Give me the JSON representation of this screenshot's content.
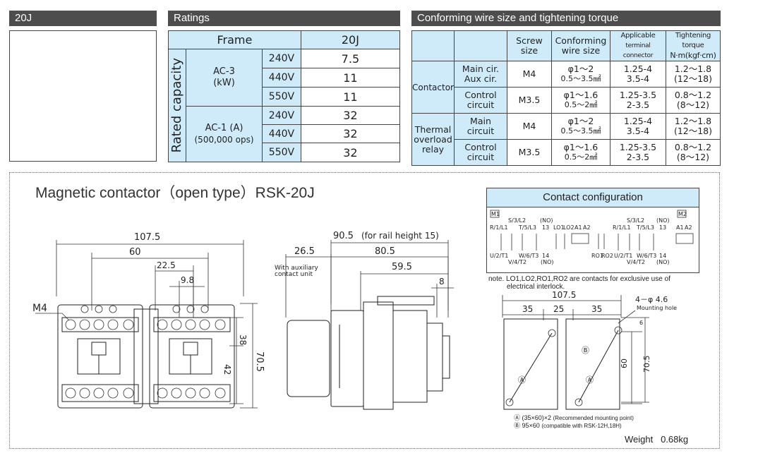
{
  "headers": {
    "model": "20J",
    "ratings": "Ratings",
    "wire": "Conforming wire size and tightening torque"
  },
  "ratings": {
    "frame_label": "Frame",
    "frame_value": "20J",
    "rated_capacity": "Rated capacity",
    "ac3_label": "AC-3",
    "ac3_unit": "(kW)",
    "ac1_label": "AC-1 (A)",
    "ac1_ops": "(500,000 ops)",
    "ac3_rows": [
      {
        "voltage": "240V",
        "value": "7.5"
      },
      {
        "voltage": "440V",
        "value": "11"
      },
      {
        "voltage": "550V",
        "value": "11"
      }
    ],
    "ac1_rows": [
      {
        "voltage": "240V",
        "value": "32"
      },
      {
        "voltage": "440V",
        "value": "32"
      },
      {
        "voltage": "550V",
        "value": "32"
      }
    ]
  },
  "wire": {
    "col_screw": [
      "Screw",
      "size"
    ],
    "col_wire": [
      "Conforming",
      "wire size"
    ],
    "col_conn": [
      "Applicable",
      "terminal connector"
    ],
    "col_torque": [
      "Tightening torque",
      "N·m(kgf·cm)"
    ],
    "contactor": "Contactor",
    "thermal": [
      "Thermal",
      "overload",
      "relay"
    ],
    "rows": [
      {
        "circuit": [
          "Main cir.",
          "Aux cir."
        ],
        "screw": "M4",
        "wire": [
          "φ1～2",
          "0.5～3.5㎟"
        ],
        "conn": [
          "1.25-4",
          "3.5-4"
        ],
        "torque": [
          "1.2～1.8",
          "(12～18)"
        ]
      },
      {
        "circuit": [
          "Control",
          "circuit"
        ],
        "screw": "M3.5",
        "wire": [
          "φ1～1.6",
          "0.5～2㎟"
        ],
        "conn": [
          "1.25-3.5",
          "2-3.5"
        ],
        "torque": [
          "0.8～1.2",
          "(8～12)"
        ]
      },
      {
        "circuit": [
          "Main",
          "circuit"
        ],
        "screw": "M4",
        "wire": [
          "φ1～2",
          "0.5～3.5㎟"
        ],
        "conn": [
          "1.25-4",
          "3.5-4"
        ],
        "torque": [
          "1.2～1.8",
          "(12～18)"
        ]
      },
      {
        "circuit": [
          "Control",
          "circuit"
        ],
        "screw": "M3.5",
        "wire": [
          "φ1～1.6",
          "0.5～2㎟"
        ],
        "conn": [
          "1.25-3.5",
          "2-3.5"
        ],
        "torque": [
          "0.8～1.2",
          "(8～12)"
        ]
      }
    ]
  },
  "drawing": {
    "title": "Magnetic contactor（open type）RSK-20J",
    "front": {
      "d_107_5": "107.5",
      "d_60": "60",
      "d_22_5": "22.5",
      "d_9_8": "9.8",
      "d_38": "38",
      "d_42": "42",
      "d_70_5": "70.5",
      "m4": "M4"
    },
    "side": {
      "d_90_5": "90.5",
      "rail_note": "(for rail height 15)",
      "d_26_5": "26.5",
      "d_80_5": "80.5",
      "d_59_5": "59.5",
      "d_8": "8",
      "aux_note": [
        "With auxiliary",
        "contact unit"
      ]
    },
    "contact_config": {
      "title": "Contact configuration",
      "m1": "M1",
      "m2": "M2",
      "top_left": [
        "S/3/L2",
        "(NO)",
        "R/1/L1",
        "T/5/L3",
        "13",
        "LO1",
        "LO2",
        "A1",
        "A2"
      ],
      "bottom_left": [
        "U/2/T1",
        "W/6/T3",
        "14",
        "V/4/T2",
        "(NO)"
      ],
      "top_right": [
        "S/3/L2",
        "(NO)",
        "R/1/L1",
        "T/5/L3",
        "13",
        "A1",
        "A2"
      ],
      "bottom_right": [
        "RO1",
        "RO2",
        "U/2/T1",
        "W/6/T3",
        "14",
        "V/4/T2",
        "(NO)"
      ]
    },
    "note": [
      "note. LO1,LO2,RO1,RO2 are contacts for exclusive use of",
      "electrical interlock."
    ],
    "mount": {
      "d_107_5": "107.5",
      "d_35a": "35",
      "d_25": "25",
      "d_35b": "35",
      "hole": "4－φ 4.6",
      "hole_note": "Mounting hole",
      "d_6": "6",
      "d_60": "60",
      "d_70_5": "70.5",
      "mark_a": "Ⓐ",
      "mark_b": "Ⓑ"
    },
    "legend": [
      {
        "mark": "Ⓐ",
        "value": "(35×60)×2",
        "note": "(Recommended mounting point)"
      },
      {
        "mark": "Ⓑ",
        "value": "95×60",
        "note": "(compatible with RSK-12H,18H)"
      }
    ],
    "weight_label": "Weight",
    "weight_value": "0.68kg"
  }
}
